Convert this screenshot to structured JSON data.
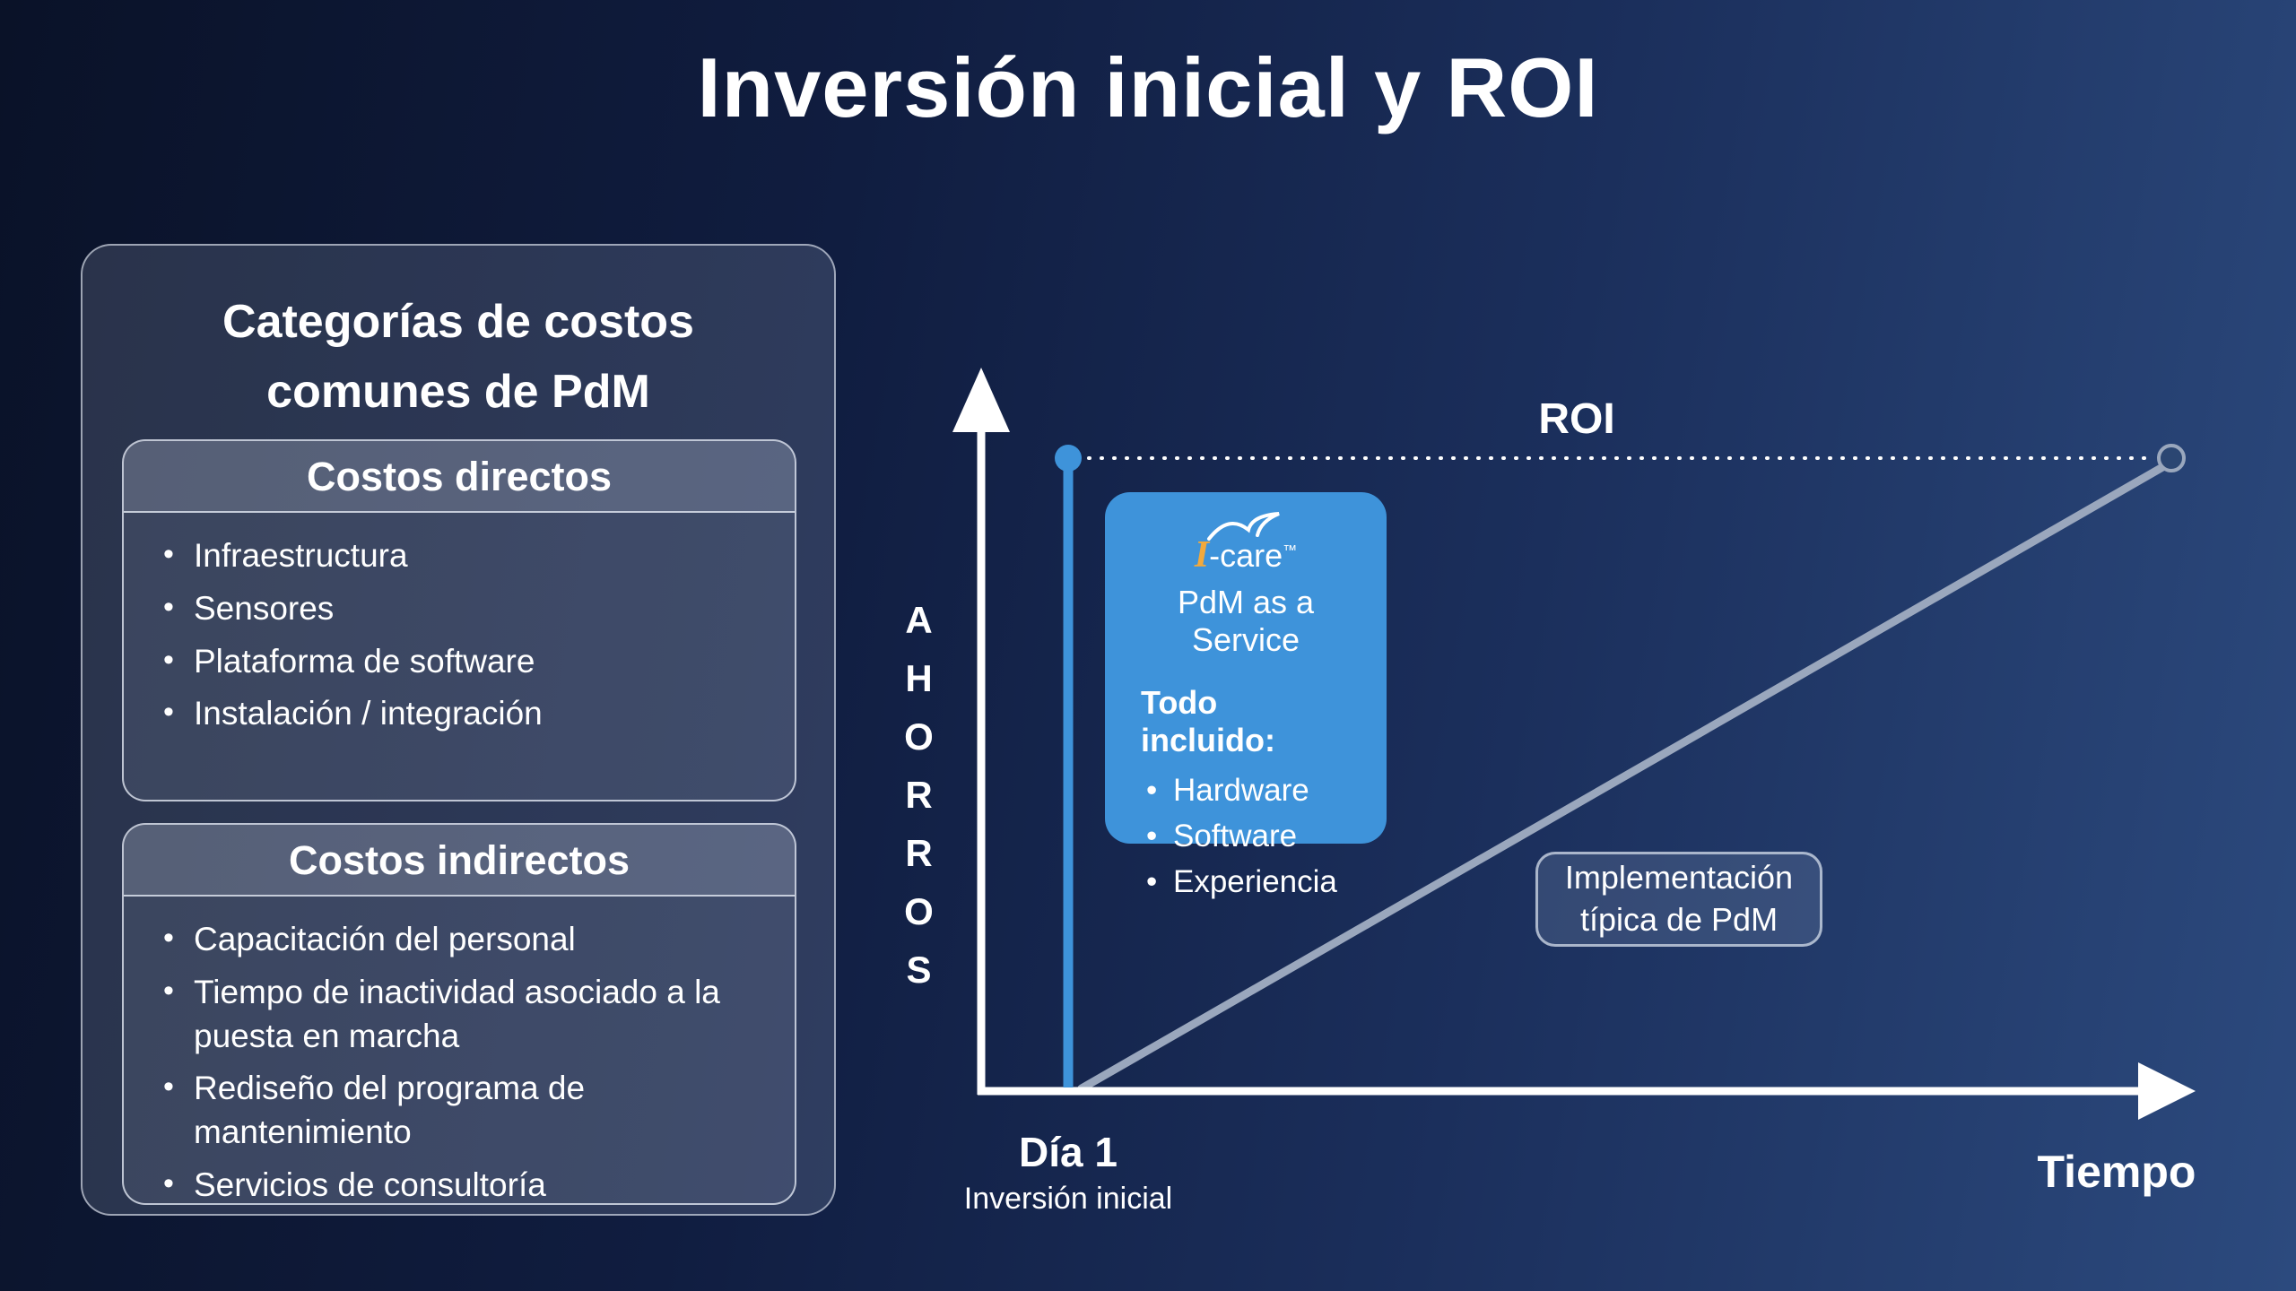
{
  "title": "Inversión inicial y ROI",
  "left_panel": {
    "title_lines": [
      "Categorías de costos",
      "comunes de PdM"
    ],
    "direct_costs": {
      "header": "Costos directos",
      "items": [
        "Infraestructura",
        "Sensores",
        "Plataforma de software",
        "Instalación / integración"
      ]
    },
    "indirect_costs": {
      "header": "Costos indirectos",
      "items": [
        "Capacitación del personal",
        "Tiempo de inactividad asociado a la puesta en marcha",
        "Rediseño del programa de mantenimiento",
        "Servicios de consultoría"
      ]
    }
  },
  "chart": {
    "y_axis_label": "AHORROS",
    "x_axis_label": "Tiempo",
    "roi_label": "ROI",
    "day1_label": "Día 1",
    "day1_sublabel": "Inversión inicial",
    "service_card": {
      "logo_i": "I",
      "logo_rest": "-care",
      "logo_tm": "™",
      "subtitle": "PdM as a Service",
      "included_header": "Todo incluido:",
      "items": [
        "Hardware",
        "Software",
        "Experiencia"
      ]
    },
    "typical_card": {
      "lines": [
        "Implementación",
        "típica de PdM"
      ]
    }
  },
  "colors": {
    "accent_blue": "#3E93DA",
    "line_gray": "#9AA7BD",
    "axis_white": "#FFFFFF",
    "background_dark": "#0A1228",
    "background_light": "#2C4A7E"
  },
  "chart_data": {
    "type": "line",
    "title": "Inversión inicial y ROI",
    "xlabel": "Tiempo",
    "ylabel": "AHORROS",
    "qualitative": true,
    "x_start_label": "Día 1 (Inversión inicial)",
    "roi_threshold": 1.0,
    "axis_ranges": {
      "x": [
        0,
        1
      ],
      "y": [
        0,
        1
      ]
    },
    "series": [
      {
        "name": "PdM as a Service (I-care)",
        "description": "Línea vertical azul: los ahorros alcanzan el nivel de ROI desde el Día 1; todo incluido (Hardware, Software, Experiencia)",
        "points": [
          [
            0,
            0
          ],
          [
            0,
            1.0
          ]
        ],
        "color": "#3E93DA",
        "style": "solid"
      },
      {
        "name": "Implementación típica de PdM",
        "description": "Línea gris diagonal: los ahorros crecen gradualmente y alcanzan el nivel de ROI mucho más tarde",
        "points": [
          [
            0,
            0
          ],
          [
            1,
            1.0
          ]
        ],
        "color": "#9AA7BD",
        "style": "solid"
      },
      {
        "name": "ROI",
        "description": "Línea horizontal punteada blanca que marca el nivel de retorno de la inversión",
        "points": [
          [
            0,
            1.0
          ],
          [
            1,
            1.0
          ]
        ],
        "color": "#FFFFFF",
        "style": "dotted"
      }
    ],
    "legend_position": "none",
    "grid": false
  }
}
